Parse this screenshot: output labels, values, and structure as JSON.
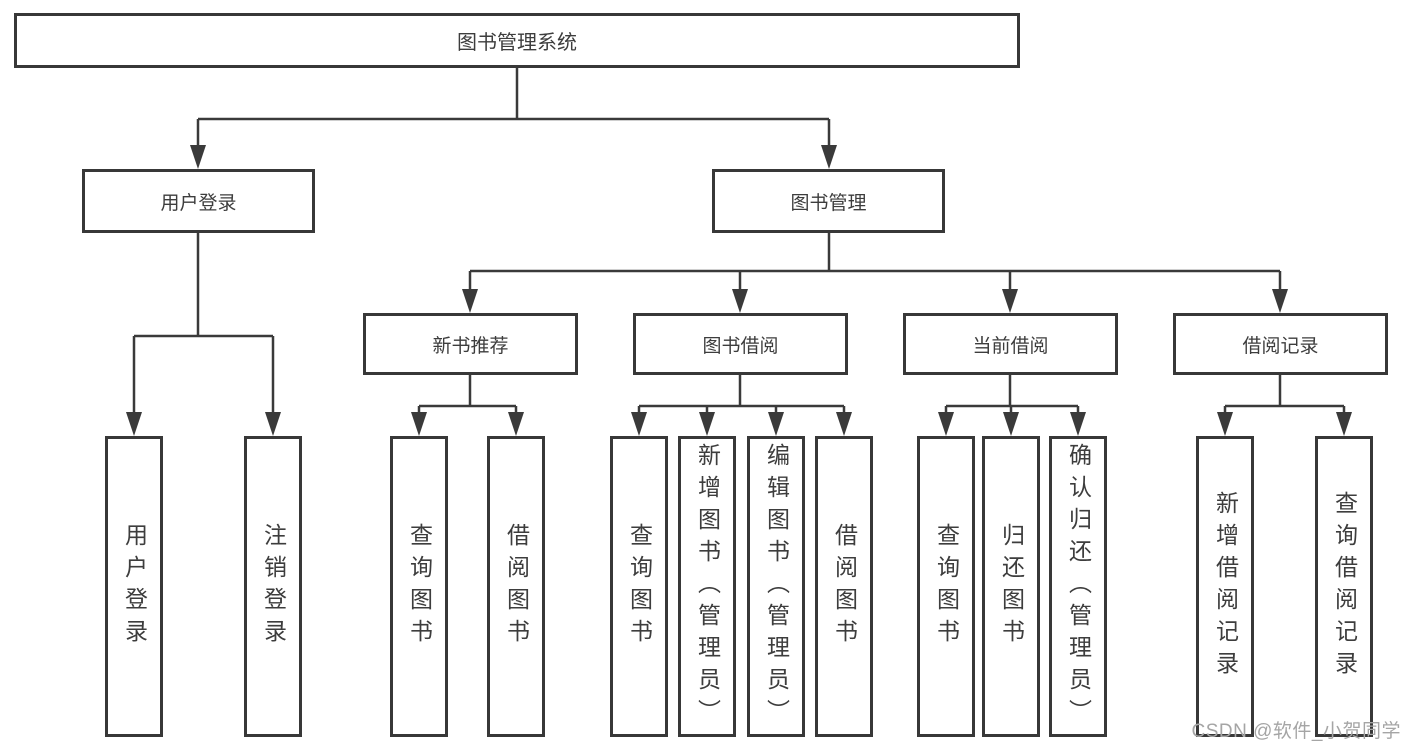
{
  "diagram": {
    "title": "图书管理系统",
    "level2": [
      {
        "key": "user-login",
        "label": "用户登录"
      },
      {
        "key": "book-management",
        "label": "图书管理"
      }
    ],
    "level3": [
      {
        "key": "new-book-recommend",
        "label": "新书推荐"
      },
      {
        "key": "book-borrow",
        "label": "图书借阅"
      },
      {
        "key": "current-borrow",
        "label": "当前借阅"
      },
      {
        "key": "borrow-records",
        "label": "借阅记录"
      }
    ],
    "leaves": {
      "user_login": [
        "用户登录",
        "注销登录"
      ],
      "new_book_recommend": [
        "查询图书",
        "借阅图书"
      ],
      "book_borrow": [
        "查询图书",
        "新增图书（管理员）",
        "编辑图书（管理员）",
        "借阅图书"
      ],
      "current_borrow": [
        "查询图书",
        "归还图书",
        "确认归还（管理员）"
      ],
      "borrow_records": [
        "新增借阅记录",
        "查询借阅记录"
      ]
    }
  },
  "watermark": "CSDN @软件_小贺同学",
  "colors": {
    "line": "#3a3a3a",
    "box_border": "#383838",
    "text": "#3d3d3d",
    "watermark": "#a5a5a5",
    "background": "#ffffff"
  }
}
